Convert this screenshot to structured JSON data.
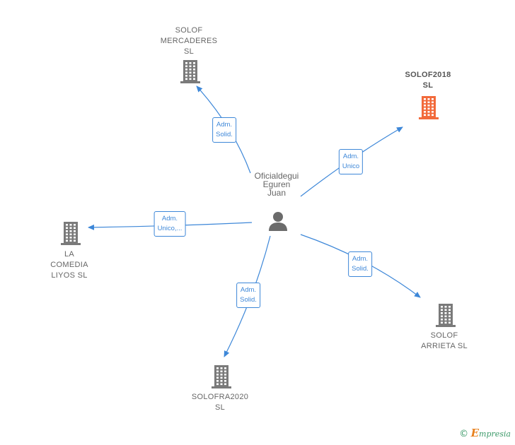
{
  "person": {
    "label": "Oficialdegui\nEguren\nJuan",
    "icon": "person-icon"
  },
  "companies": [
    {
      "id": "solof-mercaderes",
      "label": "SOLOF\nMERCADERES\nSL",
      "highlight": false,
      "icon": "building-icon"
    },
    {
      "id": "solof2018",
      "label": "SOLOF2018\nSL",
      "highlight": true,
      "icon": "building-icon"
    },
    {
      "id": "la-comedia-liyos",
      "label": "LA\nCOMEDIA\nLIYOS SL",
      "highlight": false,
      "icon": "building-icon"
    },
    {
      "id": "solof-arrieta",
      "label": "SOLOF\nARRIETA  SL",
      "highlight": false,
      "icon": "building-icon"
    },
    {
      "id": "solofra2020",
      "label": "SOLOFRA2020\nSL",
      "highlight": false,
      "icon": "building-icon"
    }
  ],
  "edges": [
    {
      "to": "solof-mercaderes",
      "label": "Adm.\nSolid."
    },
    {
      "to": "solof2018",
      "label": "Adm.\nUnico"
    },
    {
      "to": "la-comedia-liyos",
      "label": "Adm.\nUnico,..."
    },
    {
      "to": "solof-arrieta",
      "label": "Adm.\nSolid."
    },
    {
      "to": "solofra2020",
      "label": "Adm.\nSolid."
    }
  ],
  "colors": {
    "edge": "#3d87d8",
    "building": "#7a7a7a",
    "building_highlight": "#f26a3b",
    "person": "#6b6b6b"
  },
  "credit": {
    "symbol": "©",
    "brand": "mpresia",
    "brand_initial": "E"
  }
}
